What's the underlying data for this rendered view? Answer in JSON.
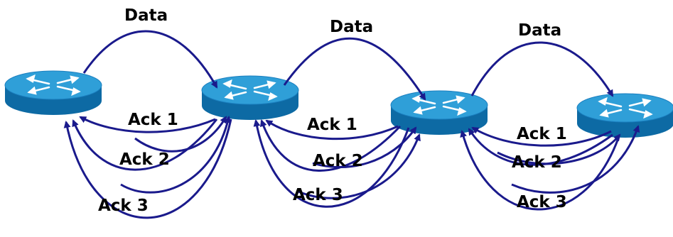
{
  "colors": {
    "arrow": "#1a1a8c",
    "router_top": "#2f9fd8",
    "router_side": "#0d6aa4",
    "router_arrow": "#ffffff"
  },
  "icons": {
    "router": "router-icon"
  },
  "labels": {
    "data_1": "Data",
    "data_2": "Data",
    "data_3": "Data",
    "ack1_a": "Ack 1",
    "ack2_a": "Ack 2",
    "ack3_a": "Ack 3",
    "ack1_b": "Ack 1",
    "ack2_b": "Ack 2",
    "ack3_b": "Ack 3",
    "ack1_c": "Ack 1",
    "ack2_c": "Ack 2",
    "ack3_c": "Ack 3"
  }
}
